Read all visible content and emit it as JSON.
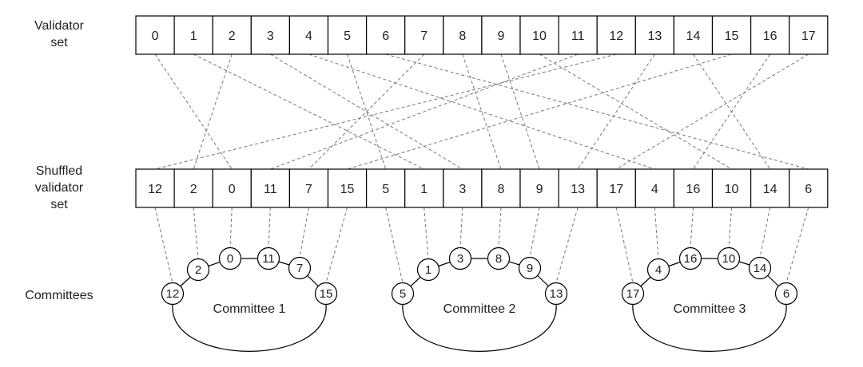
{
  "labels": {
    "validator_set": [
      "Validator",
      "set"
    ],
    "shuffled_set": [
      "Shuffled",
      "validator",
      "set"
    ],
    "committees": "Committees"
  },
  "validator_set": [
    "0",
    "1",
    "2",
    "3",
    "4",
    "5",
    "6",
    "7",
    "8",
    "9",
    "10",
    "11",
    "12",
    "13",
    "14",
    "15",
    "16",
    "17"
  ],
  "shuffled_set": [
    "12",
    "2",
    "0",
    "11",
    "7",
    "15",
    "5",
    "1",
    "3",
    "8",
    "9",
    "13",
    "17",
    "4",
    "16",
    "10",
    "14",
    "6"
  ],
  "committees": [
    {
      "name": "Committee 1",
      "members": [
        "12",
        "2",
        "0",
        "11",
        "7",
        "15"
      ]
    },
    {
      "name": "Committee 2",
      "members": [
        "5",
        "1",
        "3",
        "8",
        "9",
        "13"
      ]
    },
    {
      "name": "Committee 3",
      "members": [
        "17",
        "4",
        "16",
        "10",
        "14",
        "6"
      ]
    }
  ],
  "colors": {
    "line": "#777777",
    "stroke": "#000000"
  }
}
